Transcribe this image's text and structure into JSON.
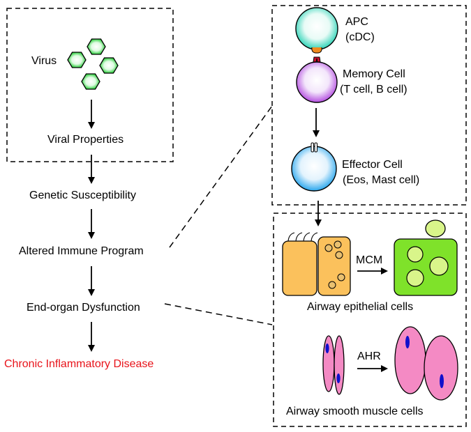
{
  "left_flow": {
    "virus_label": "Virus",
    "viral_properties": "Viral Properties",
    "genetic_susceptibility": "Genetic Susceptibility",
    "altered_immune_program": "Altered Immune Program",
    "end_organ_dysfunction": "End-organ Dysfunction",
    "chronic_disease": "Chronic Inflammatory Disease"
  },
  "immune_panel": {
    "apc_title": "APC",
    "apc_sub": "(cDC)",
    "memory_title": "Memory Cell",
    "memory_sub": "(T cell, B cell)",
    "effector_title": "Effector Cell",
    "effector_sub": "(Eos, Mast cell)"
  },
  "tissue_panel": {
    "mcm_label": "MCM",
    "epithelial_caption": "Airway epithelial cells",
    "ahr_label": "AHR",
    "smooth_muscle_caption": "Airway smooth muscle cells"
  },
  "colors": {
    "disease_text": "#e8131a",
    "virus_green": "#2fd13f",
    "apc_teal": "#2ed3b7",
    "memory_purple": "#b44ee0",
    "effector_blue": "#2aa7ee",
    "epithelial_orange": "#fbc15c",
    "epithelial_green": "#7fe22a",
    "smooth_muscle_pink": "#f48ac4",
    "nucleus_blue": "#1010cc",
    "receptor_red": "#c8102e",
    "receptor_orange": "#f08a1e"
  }
}
